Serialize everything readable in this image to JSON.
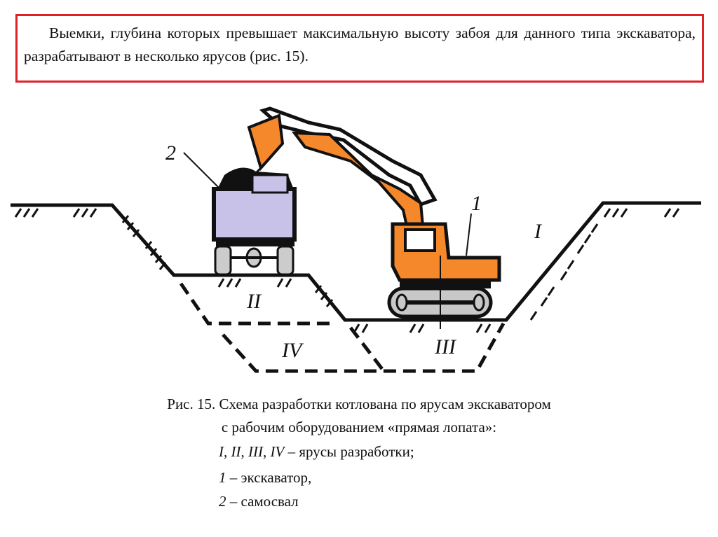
{
  "intro_text": "Выемки, глубина которых превышает максимальную высоту забоя для данного типа экскаватора, разрабатывают в несколько ярусов (рис. 15).",
  "diagram": {
    "labels": {
      "excavator": "1",
      "truck": "2",
      "tier1": "I",
      "tier2": "II",
      "tier3": "III",
      "tier4": "IV"
    },
    "colors": {
      "excavator": "#f5882a",
      "truck_body": "#c9c2e8",
      "track": "#c8c8c8",
      "frame": "#e0202a"
    }
  },
  "caption": {
    "line1": "Рис. 15. Схема разработки котлована по ярусам экскаватором",
    "line2": "с рабочим оборудованием «прямая лопата»:",
    "line3_tiers": [
      "I",
      "II",
      "III",
      "IV"
    ],
    "line3_sep": ", ",
    "line3_text": " – ярусы разработки;",
    "line4_num": "1",
    "line4_text": " – экскаватор,",
    "line5_num": "2",
    "line5_text": " – самосвал"
  }
}
